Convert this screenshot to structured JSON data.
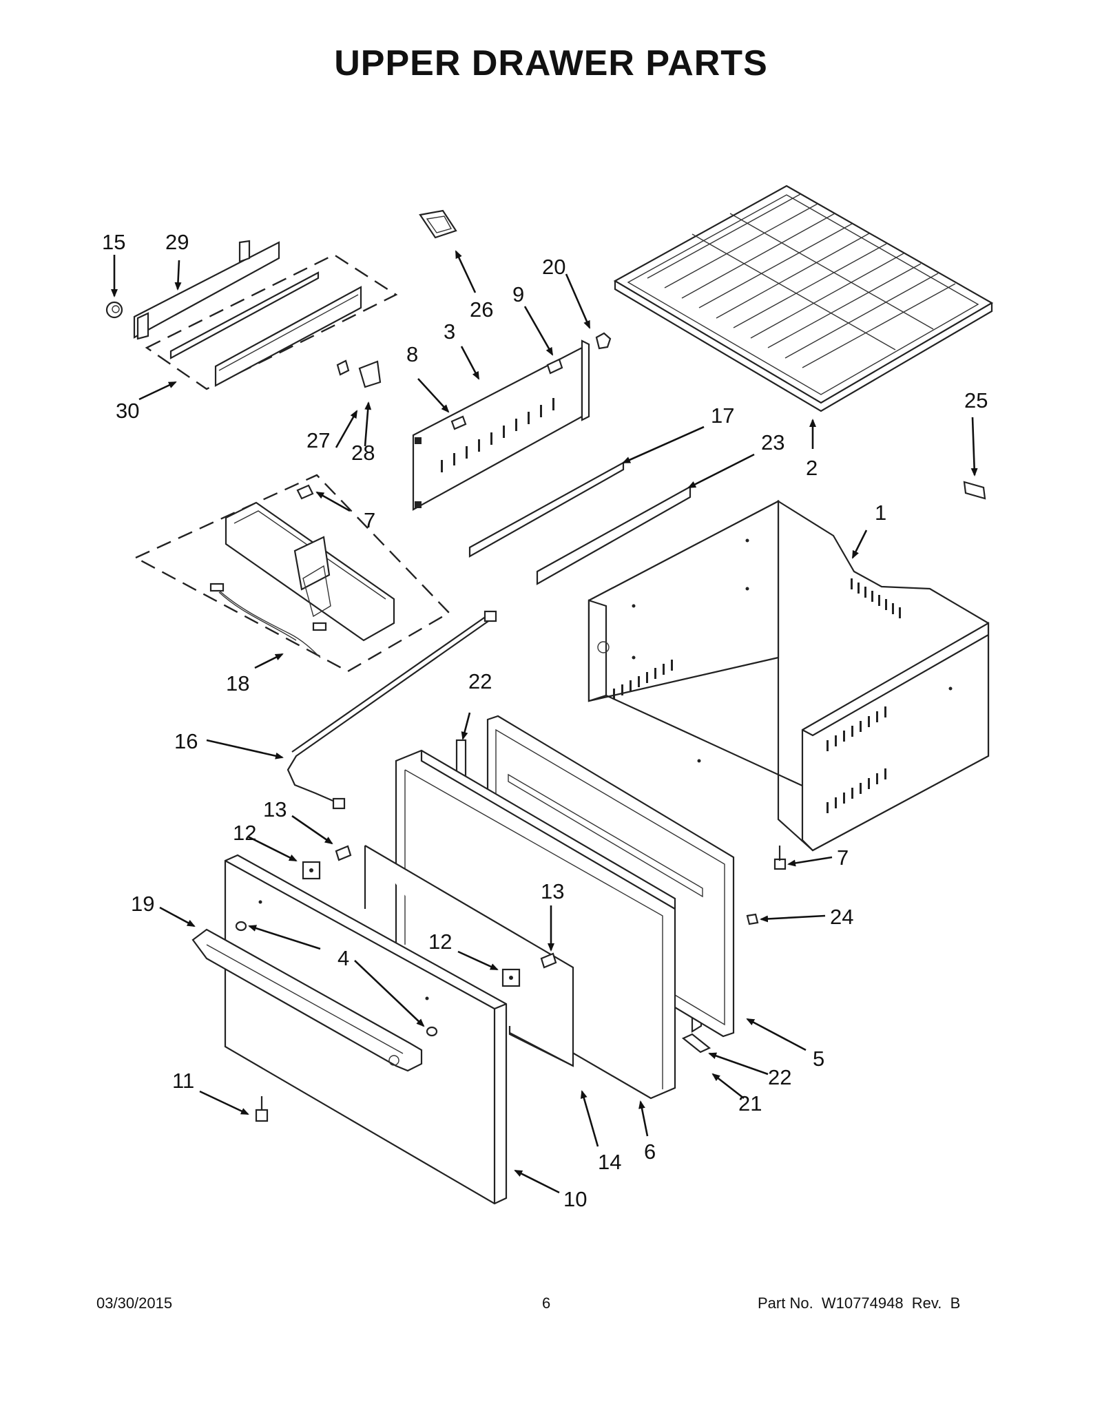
{
  "title": "UPPER DRAWER PARTS",
  "footer": {
    "date": "03/30/2015",
    "page": "6",
    "part": "Part No.  W10774948  Rev.  B"
  },
  "callouts": {
    "c1": "1",
    "c2": "2",
    "c3": "3",
    "c4": "4",
    "c5": "5",
    "c6": "6",
    "c7a": "7",
    "c7b": "7",
    "c8": "8",
    "c9": "9",
    "c10": "10",
    "c11": "11",
    "c12a": "12",
    "c12b": "12",
    "c13a": "13",
    "c13b": "13",
    "c14": "14",
    "c15": "15",
    "c16": "16",
    "c17": "17",
    "c18": "18",
    "c19": "19",
    "c20": "20",
    "c21": "21",
    "c22a": "22",
    "c22b": "22",
    "c23": "23",
    "c24": "24",
    "c25": "25",
    "c26": "26",
    "c27": "27",
    "c28": "28",
    "c29": "29",
    "c30": "30"
  }
}
